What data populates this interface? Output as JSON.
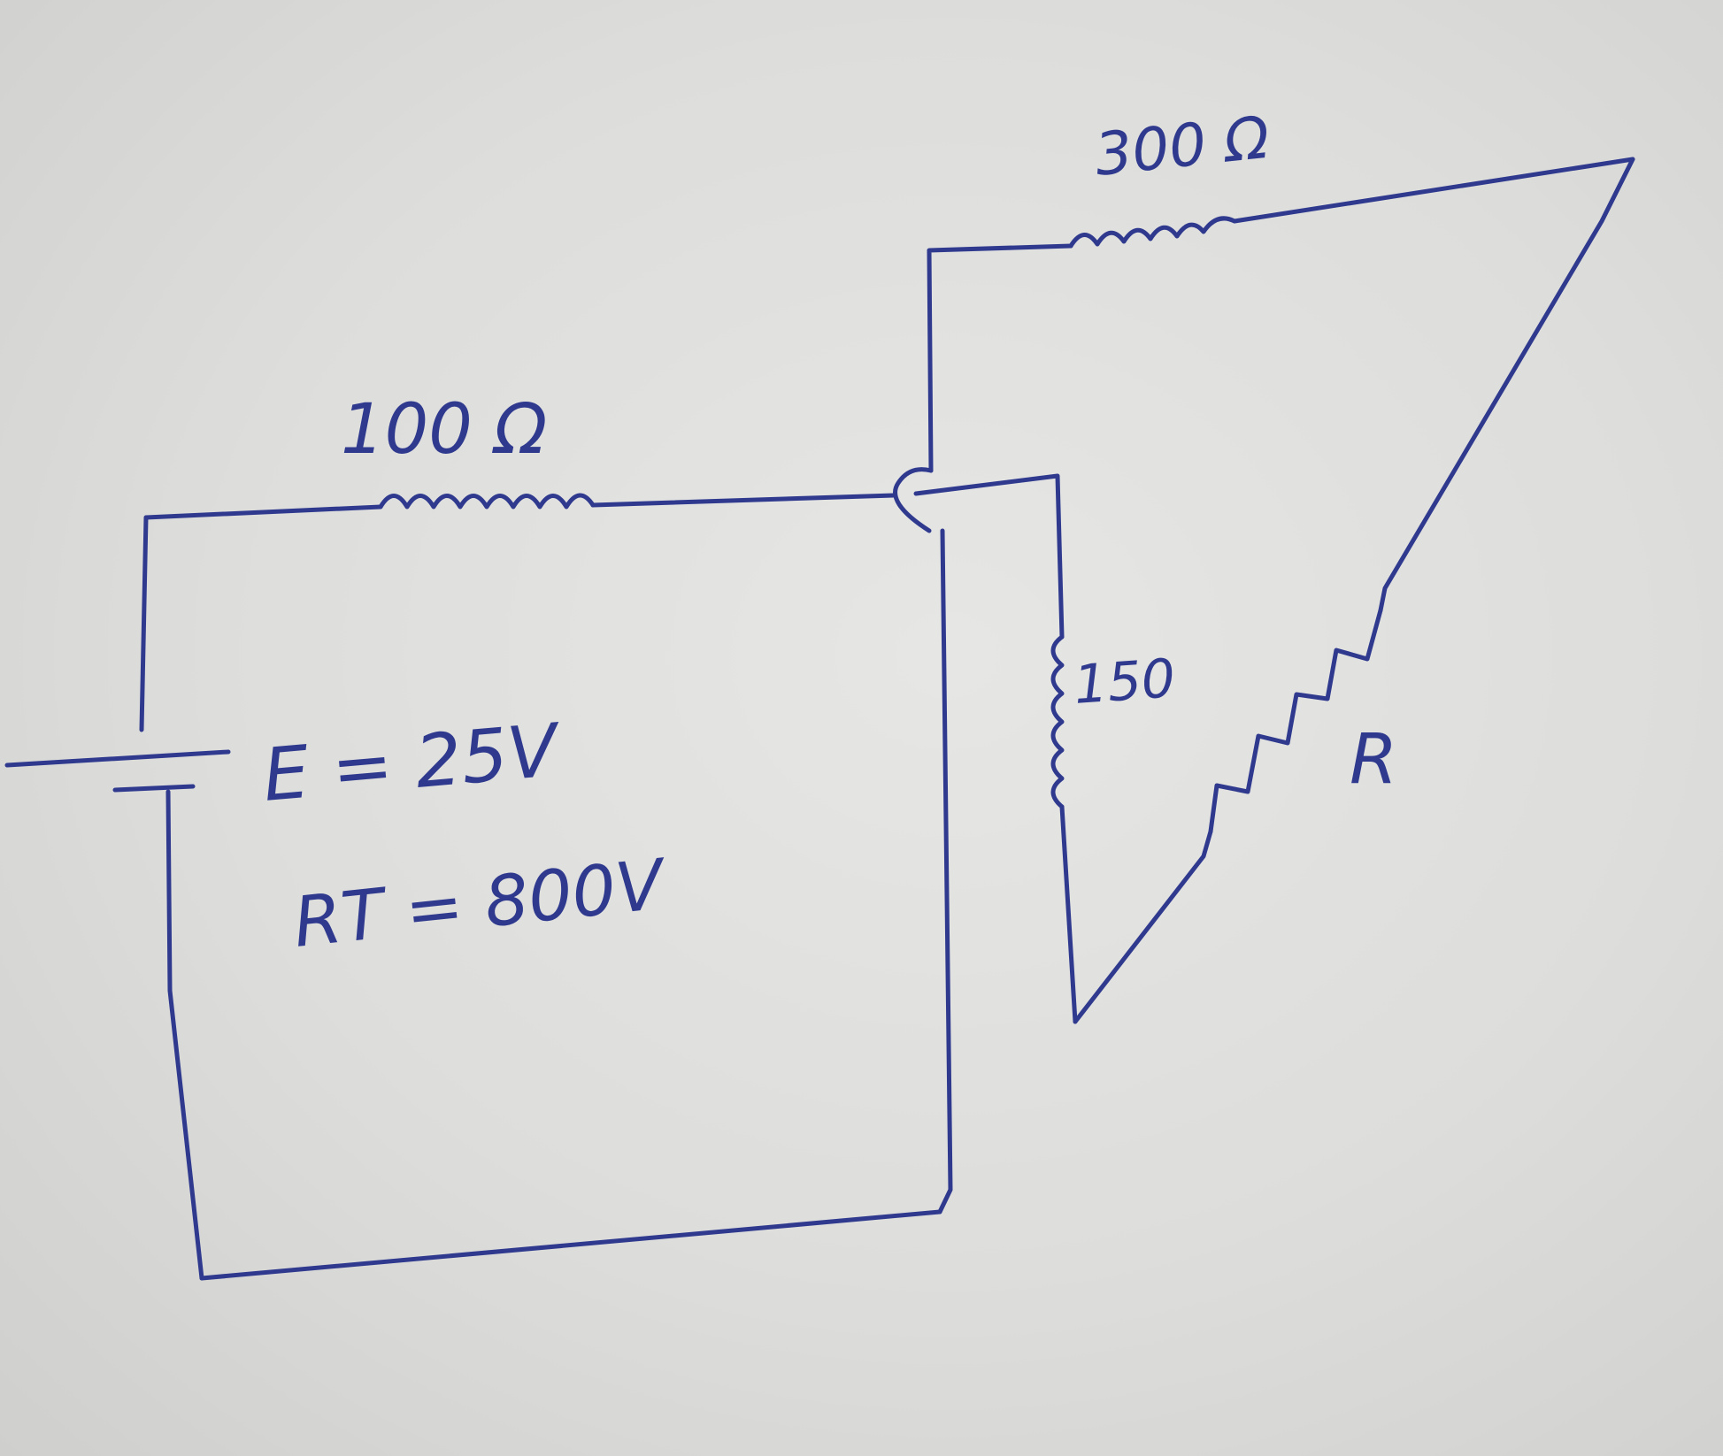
{
  "labels": {
    "r1": "100 Ω",
    "r2": "300 Ω",
    "r3": "150",
    "r4": "R",
    "emf": "E = 25V",
    "total": "RT = 800V"
  },
  "colors": {
    "ink": "#2f3a8f",
    "paper": "#e3e3e1"
  }
}
